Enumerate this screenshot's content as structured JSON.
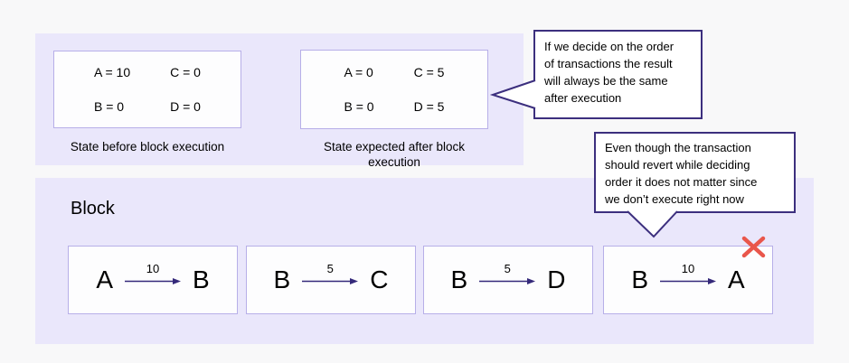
{
  "state_panel": {
    "boxes": [
      {
        "entries": [
          "A = 10",
          "C = 0",
          "B = 0",
          "D = 0"
        ],
        "caption": "State before block execution"
      },
      {
        "entries": [
          "A = 0",
          "C = 5",
          "B = 0",
          "D = 5"
        ],
        "caption": "State expected after block execution"
      }
    ]
  },
  "block_panel": {
    "title": "Block",
    "transactions": [
      {
        "from": "A",
        "amount": "10",
        "to": "B",
        "rejected": false
      },
      {
        "from": "B",
        "amount": "5",
        "to": "C",
        "rejected": false
      },
      {
        "from": "B",
        "amount": "5",
        "to": "D",
        "rejected": false
      },
      {
        "from": "B",
        "amount": "10",
        "to": "A",
        "rejected": true
      }
    ],
    "reject_icon": "x-mark"
  },
  "callouts": [
    {
      "text": "If we decide on the order\nof transactions the result\nwill always be the same\nafter execution"
    },
    {
      "text": "Even though the transaction\nshould revert while deciding\norder it does not matter since\nwe don’t execute right now"
    }
  ],
  "colors": {
    "page_bg": "#f8f8f9",
    "panel_bg": "#eae7fb",
    "box_bg": "#fdfdfe",
    "box_border": "#b7afe8",
    "callout_border": "#3c2f7e",
    "arrow": "#35297a",
    "reject_x": "#e9564b",
    "text": "#000000"
  }
}
